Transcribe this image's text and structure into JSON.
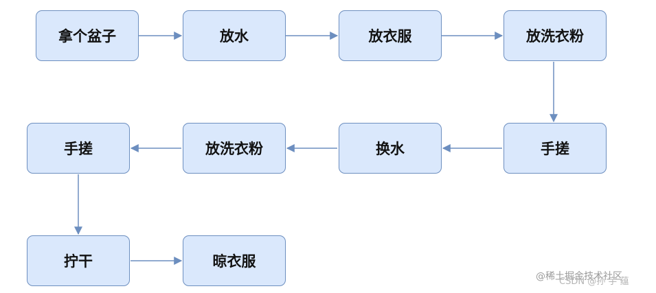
{
  "diagram": {
    "type": "flowchart",
    "colors": {
      "node_fill": "#dae8fc",
      "node_border": "#6c8ebf",
      "edge": "#6c8ebf",
      "text": "#111111"
    },
    "nodes": [
      {
        "id": "n1",
        "label": "拿个盆子"
      },
      {
        "id": "n2",
        "label": "放水"
      },
      {
        "id": "n3",
        "label": "放衣服"
      },
      {
        "id": "n4",
        "label": "放洗衣粉"
      },
      {
        "id": "n5",
        "label": "手搓"
      },
      {
        "id": "n6",
        "label": "换水"
      },
      {
        "id": "n7",
        "label": "放洗衣粉"
      },
      {
        "id": "n8",
        "label": "手搓"
      },
      {
        "id": "n9",
        "label": "拧干"
      },
      {
        "id": "n10",
        "label": "晾衣服"
      }
    ],
    "edges": [
      {
        "from": "n1",
        "to": "n2"
      },
      {
        "from": "n2",
        "to": "n3"
      },
      {
        "from": "n3",
        "to": "n4"
      },
      {
        "from": "n4",
        "to": "n5"
      },
      {
        "from": "n5",
        "to": "n6"
      },
      {
        "from": "n6",
        "to": "n7"
      },
      {
        "from": "n7",
        "to": "n8"
      },
      {
        "from": "n8",
        "to": "n9"
      },
      {
        "from": "n9",
        "to": "n10"
      }
    ]
  },
  "watermark": {
    "line1": "@稀土掘金技术社区",
    "line2": "CSDN @孙 宇 蕴"
  }
}
